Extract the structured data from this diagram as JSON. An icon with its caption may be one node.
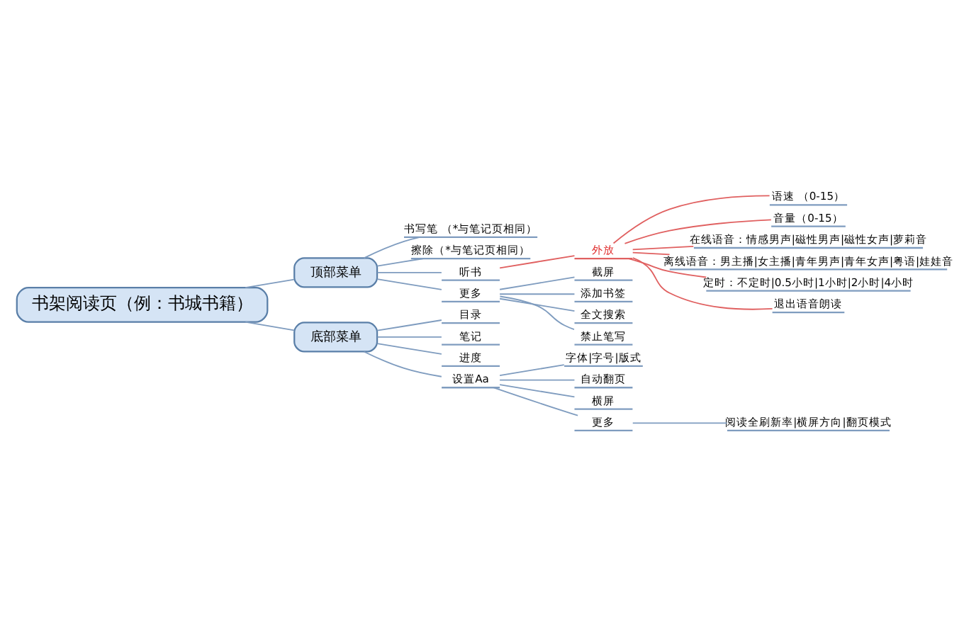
{
  "diagram": {
    "nodes": [
      {
        "text": [
          "书架阅读页（例：书城书籍）"
        ]
      },
      {
        "text": [
          "顶部菜单"
        ]
      },
      {
        "text": [
          "书写笔 （*与笔记页相同）"
        ]
      },
      {
        "text": [
          "擦除（*与笔记页相同）"
        ]
      },
      {
        "text": [
          "听书"
        ]
      },
      {
        "text": [
          "外放"
        ]
      },
      {
        "text": [
          "语速 （0-15）"
        ]
      },
      {
        "text": [
          "音量（0-15）"
        ]
      },
      {
        "text": [
          "在线语音：情感男声|磁性男声|磁性女声|萝莉音"
        ]
      },
      {
        "text": [
          "离线语音：男主播|女主播|青年男声|青年女声|粤语|娃娃音"
        ]
      },
      {
        "text": [
          "定时：不定时|0.5小时|1小时|2小时|4小时"
        ]
      },
      {
        "text": [
          "退出语音朗读"
        ]
      },
      {
        "text": [
          "更多"
        ]
      },
      {
        "text": [
          "截屏"
        ]
      },
      {
        "text": [
          "添加书签"
        ]
      },
      {
        "text": [
          "全文搜索"
        ]
      },
      {
        "text": [
          "禁止笔写"
        ]
      },
      {
        "text": [
          "底部菜单"
        ]
      },
      {
        "text": [
          "目录"
        ]
      },
      {
        "text": [
          "笔记"
        ]
      },
      {
        "text": [
          "进度"
        ]
      },
      {
        "text": [
          "设置Aa"
        ]
      },
      {
        "text": [
          "字体|字号|版式"
        ]
      },
      {
        "text": [
          "自动翻页"
        ]
      },
      {
        "text": [
          "横屏"
        ]
      },
      {
        "text": [
          "更多"
        ]
      },
      {
        "text": [
          "阅读全刷新率|横屏方向|翻页模式"
        ]
      }
    ],
    "edges": [
      {
        "from": 0,
        "to": 1,
        "arrow": "none"
      },
      {
        "from": 1,
        "to": 2,
        "arrow": "none"
      },
      {
        "from": 1,
        "to": 3,
        "arrow": "none"
      },
      {
        "from": 1,
        "to": 4,
        "arrow": "none"
      },
      {
        "from": 4,
        "to": 5,
        "arrow": "none",
        "color": "#e06060"
      },
      {
        "from": 5,
        "to": 6,
        "arrow": "none",
        "color": "#e06060"
      },
      {
        "from": 5,
        "to": 7,
        "arrow": "none",
        "color": "#e06060"
      },
      {
        "from": 5,
        "to": 8,
        "arrow": "none",
        "color": "#e06060"
      },
      {
        "from": 5,
        "to": 9,
        "arrow": "none",
        "color": "#e06060"
      },
      {
        "from": 5,
        "to": 10,
        "arrow": "none",
        "color": "#e06060"
      },
      {
        "from": 5,
        "to": 11,
        "arrow": "none",
        "color": "#e06060"
      },
      {
        "from": 1,
        "to": 12,
        "arrow": "none"
      },
      {
        "from": 12,
        "to": 13,
        "arrow": "none"
      },
      {
        "from": 12,
        "to": 14,
        "arrow": "none"
      },
      {
        "from": 12,
        "to": 15,
        "arrow": "none"
      },
      {
        "from": 12,
        "to": 16,
        "arrow": "none"
      },
      {
        "from": 0,
        "to": 17,
        "arrow": "none"
      },
      {
        "from": 17,
        "to": 18,
        "arrow": "none"
      },
      {
        "from": 17,
        "to": 19,
        "arrow": "none"
      },
      {
        "from": 17,
        "to": 20,
        "arrow": "none"
      },
      {
        "from": 17,
        "to": 21,
        "arrow": "none"
      },
      {
        "from": 21,
        "to": 22,
        "arrow": "none"
      },
      {
        "from": 21,
        "to": 23,
        "arrow": "none"
      },
      {
        "from": 21,
        "to": 24,
        "arrow": "none"
      },
      {
        "from": 21,
        "to": 25,
        "arrow": "none"
      },
      {
        "from": 25,
        "to": 26,
        "arrow": "none"
      }
    ]
  }
}
